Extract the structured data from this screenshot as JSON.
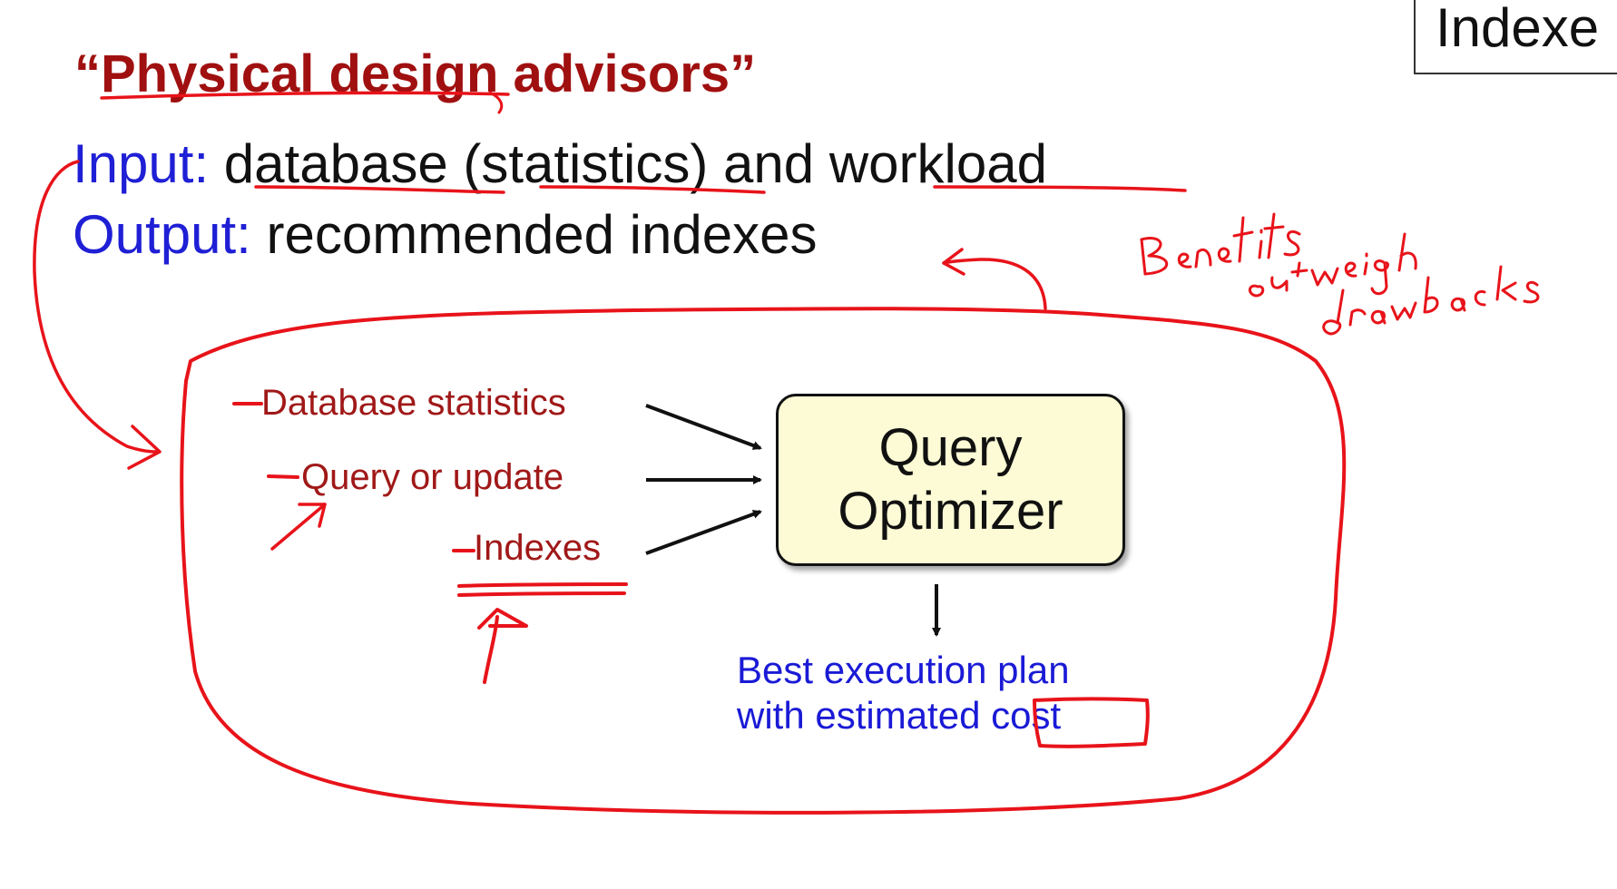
{
  "corner_tab": {
    "label": "Indexe"
  },
  "title": "“Physical design advisors”",
  "io": {
    "input_label": "Input:",
    "input_w1": "database",
    "input_w2": "(",
    "input_w3": "statistics",
    "input_w4": ") and ",
    "input_w5": "workload",
    "output_label": "Output:",
    "output_text": "recommended indexes"
  },
  "diagram": {
    "inputs": [
      "Database statistics",
      "Query or update",
      "Indexes"
    ],
    "optimizer_line1": "Query",
    "optimizer_line2": "Optimizer",
    "result_line1": "Best execution plan",
    "result_line2": "with estimated ",
    "result_cost": "cost"
  },
  "colors": {
    "title": "#a01010",
    "label_blue": "#1f1fd6",
    "input_text": "#a01818",
    "optimizer_fill": "#fcfbd5",
    "ink": "#e8131a"
  }
}
